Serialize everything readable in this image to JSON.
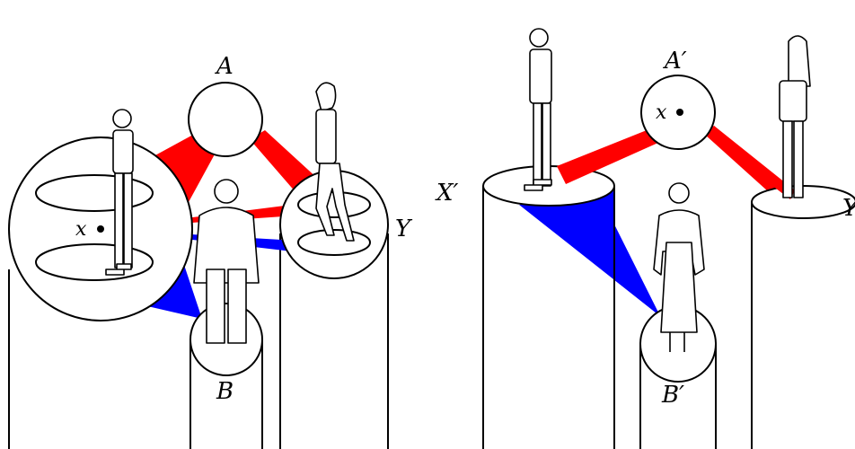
{
  "left_diagram": {
    "labels": {
      "A": "A",
      "B": "B",
      "Y": "Y",
      "x": "x"
    }
  },
  "right_diagram": {
    "labels": {
      "A": "A′",
      "B": "B′",
      "X": "X′",
      "Y": "Y",
      "x": "x"
    }
  },
  "colors": {
    "red": "#ff0000",
    "blue": "#0000ff"
  }
}
